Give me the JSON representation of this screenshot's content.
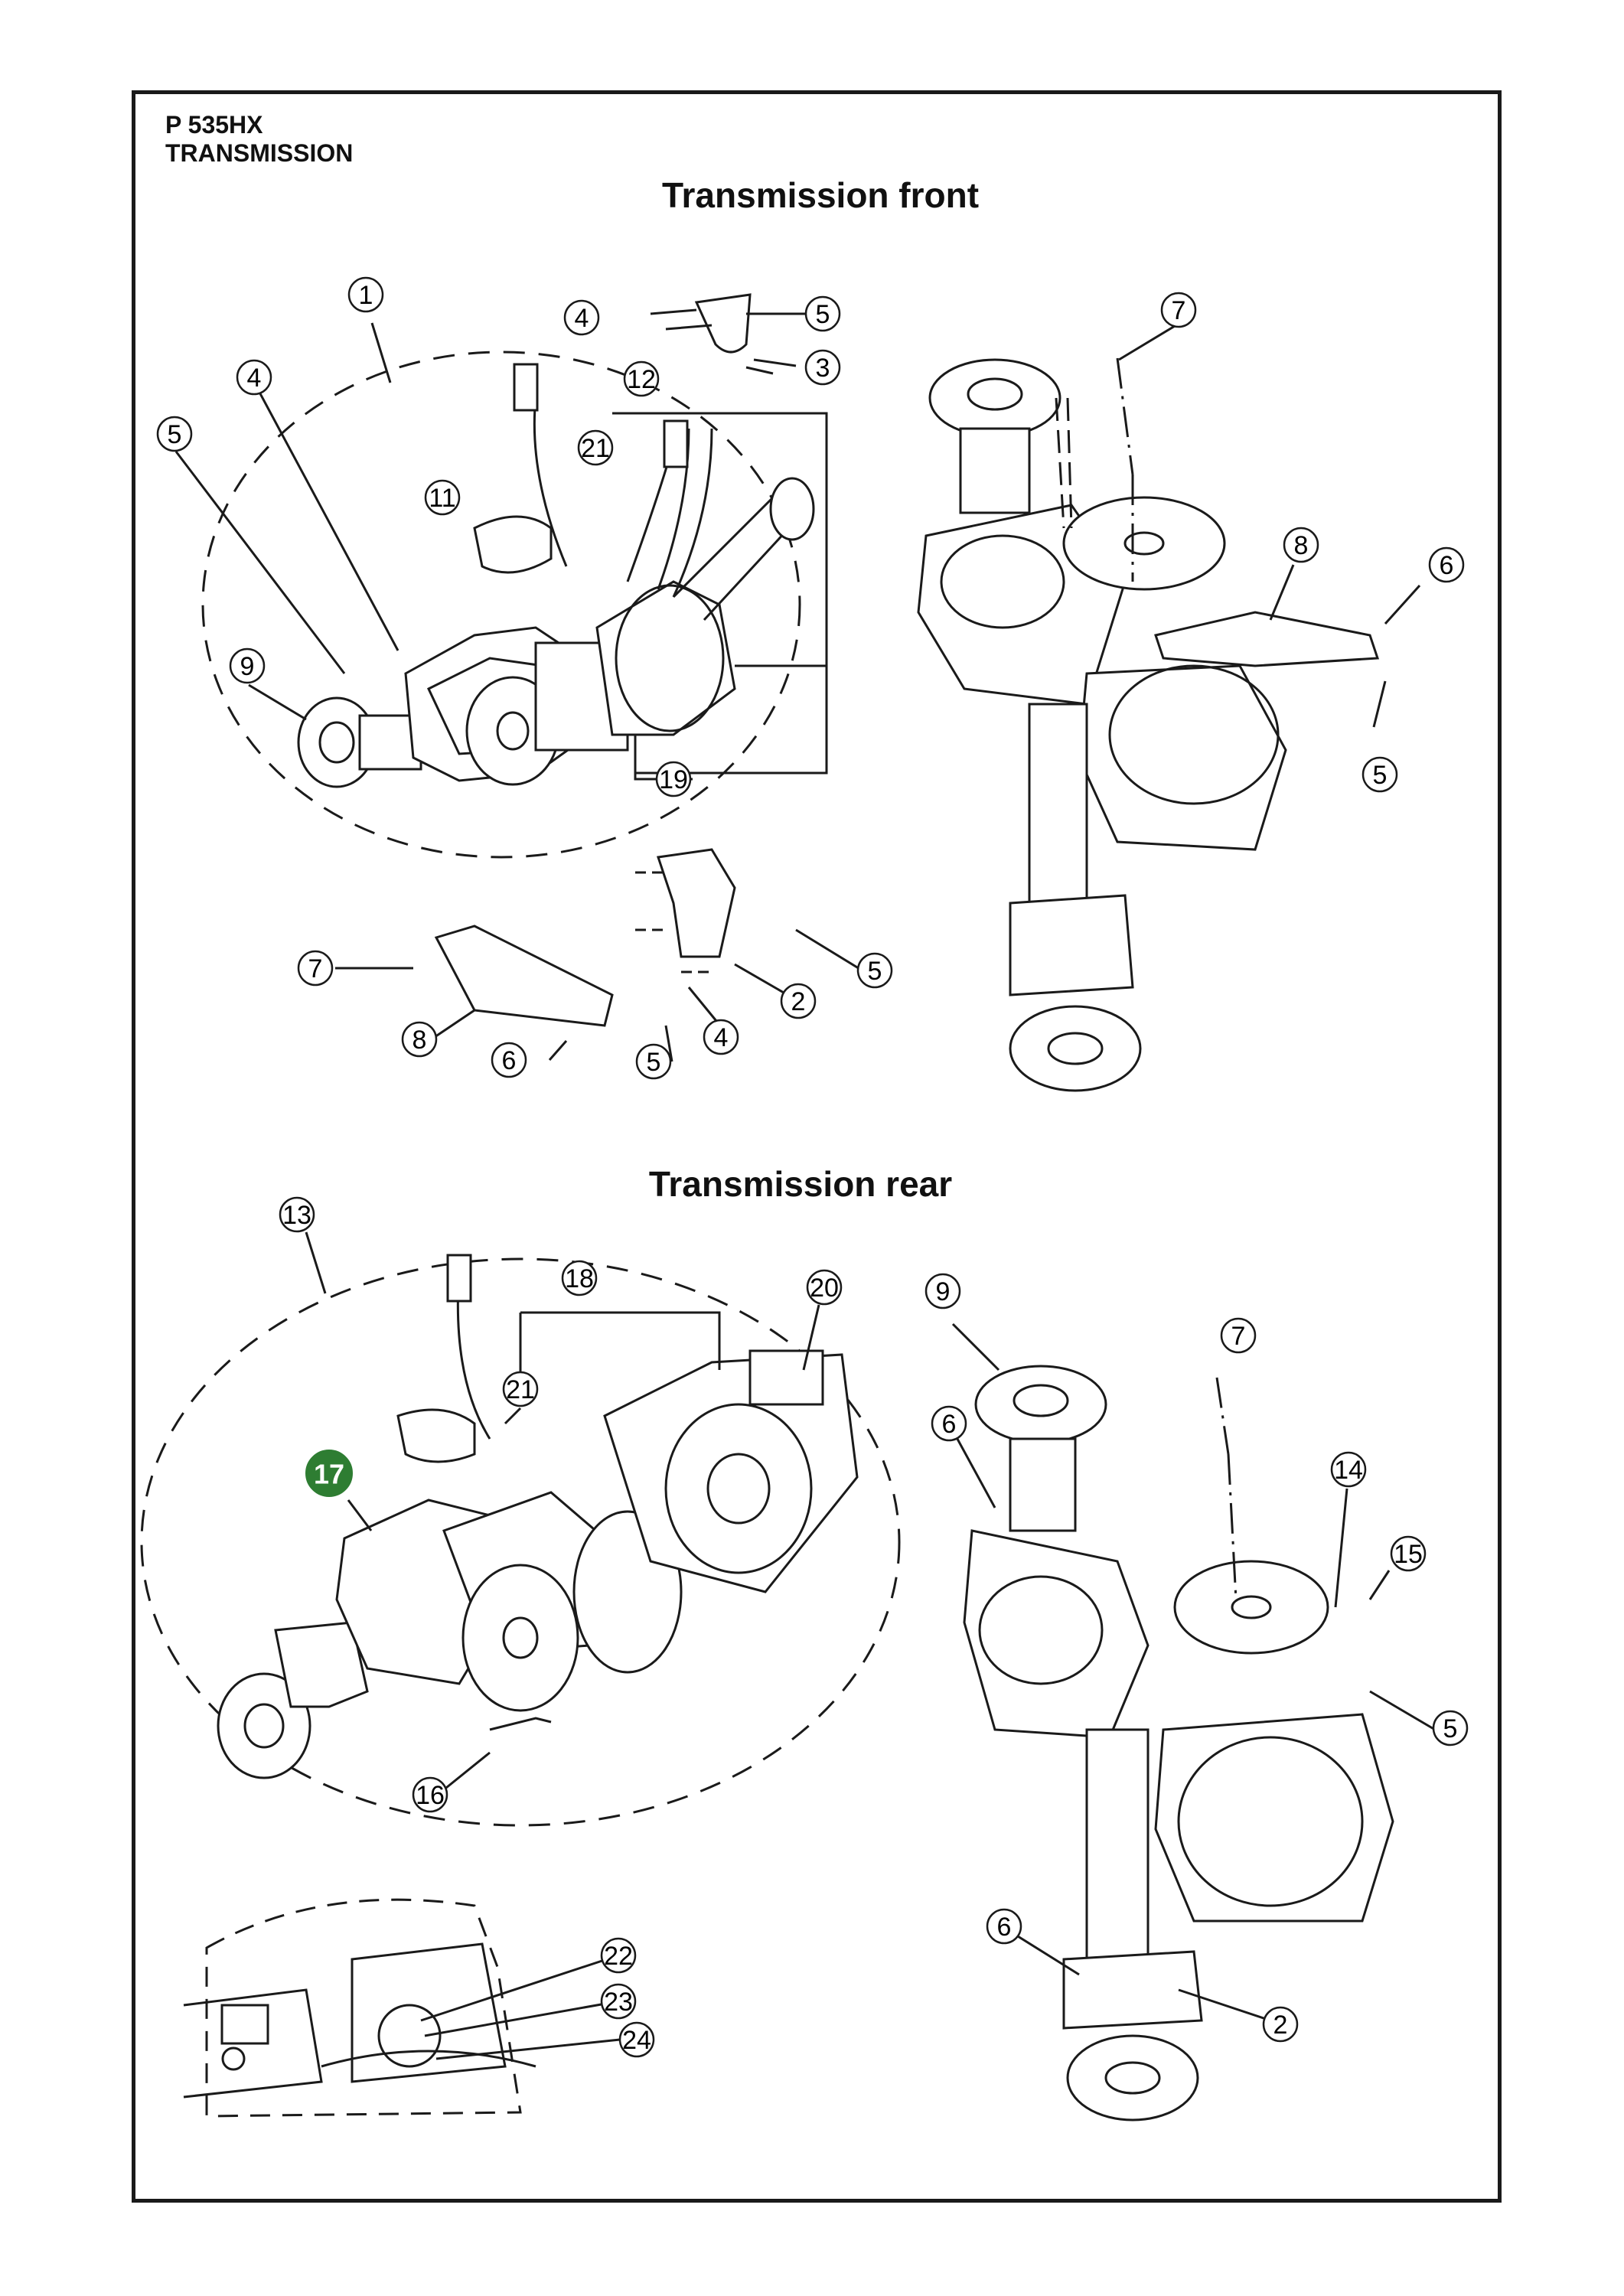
{
  "header": {
    "model": "P 535HX",
    "group": "TRANSMISSION"
  },
  "sections": {
    "front_title": "Transmission front",
    "rear_title": "Transmission rear"
  },
  "colors": {
    "ink": "#1a1a1a",
    "highlight": "#2e7d32"
  },
  "callouts": {
    "front_left": [
      "1",
      "3",
      "4",
      "5",
      "12",
      "21",
      "4",
      "5",
      "11",
      "9",
      "19",
      "7",
      "8",
      "6",
      "5",
      "5",
      "2",
      "4"
    ],
    "front_right": [
      "7",
      "8",
      "6",
      "5"
    ],
    "rear_left": [
      "13",
      "18",
      "20",
      "21",
      "17",
      "16"
    ],
    "rear_right": [
      "9",
      "7",
      "6",
      "14",
      "15",
      "5",
      "6",
      "2"
    ],
    "detail": [
      "22",
      "23",
      "24"
    ]
  },
  "highlighted_callout": "17"
}
